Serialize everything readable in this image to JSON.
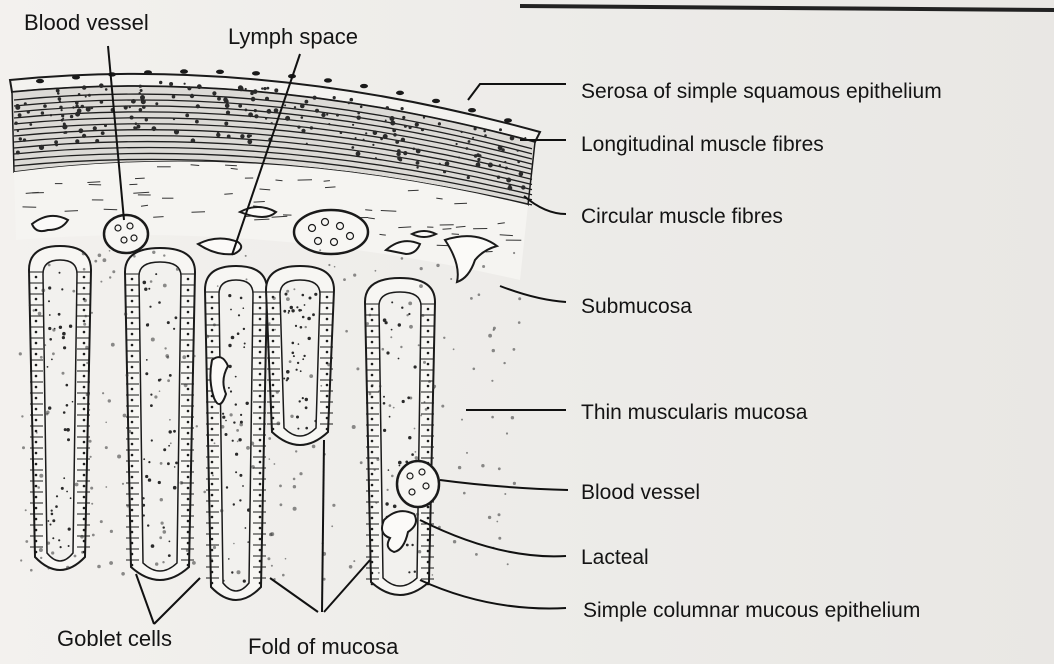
{
  "labels": {
    "blood_vessel_top": "Blood vessel",
    "lymph_space": "Lymph space",
    "serosa": "Serosa of simple squamous epithelium",
    "longitudinal_muscle": "Longitudinal muscle fibres",
    "circular_muscle": "Circular muscle fibres",
    "submucosa": "Submucosa",
    "muscularis_mucosa": "Thin muscularis mucosa",
    "blood_vessel_right": "Blood vessel",
    "lacteal": "Lacteal",
    "columnar_epithelium": "Simple columnar mucous epithelium",
    "goblet_cells": "Goblet cells",
    "fold_of_mucosa": "Fold of mucosa"
  },
  "colors": {
    "ink": "#1a1a1a",
    "paper": "#efedea",
    "tissue_fill": "#f7f6f3"
  }
}
